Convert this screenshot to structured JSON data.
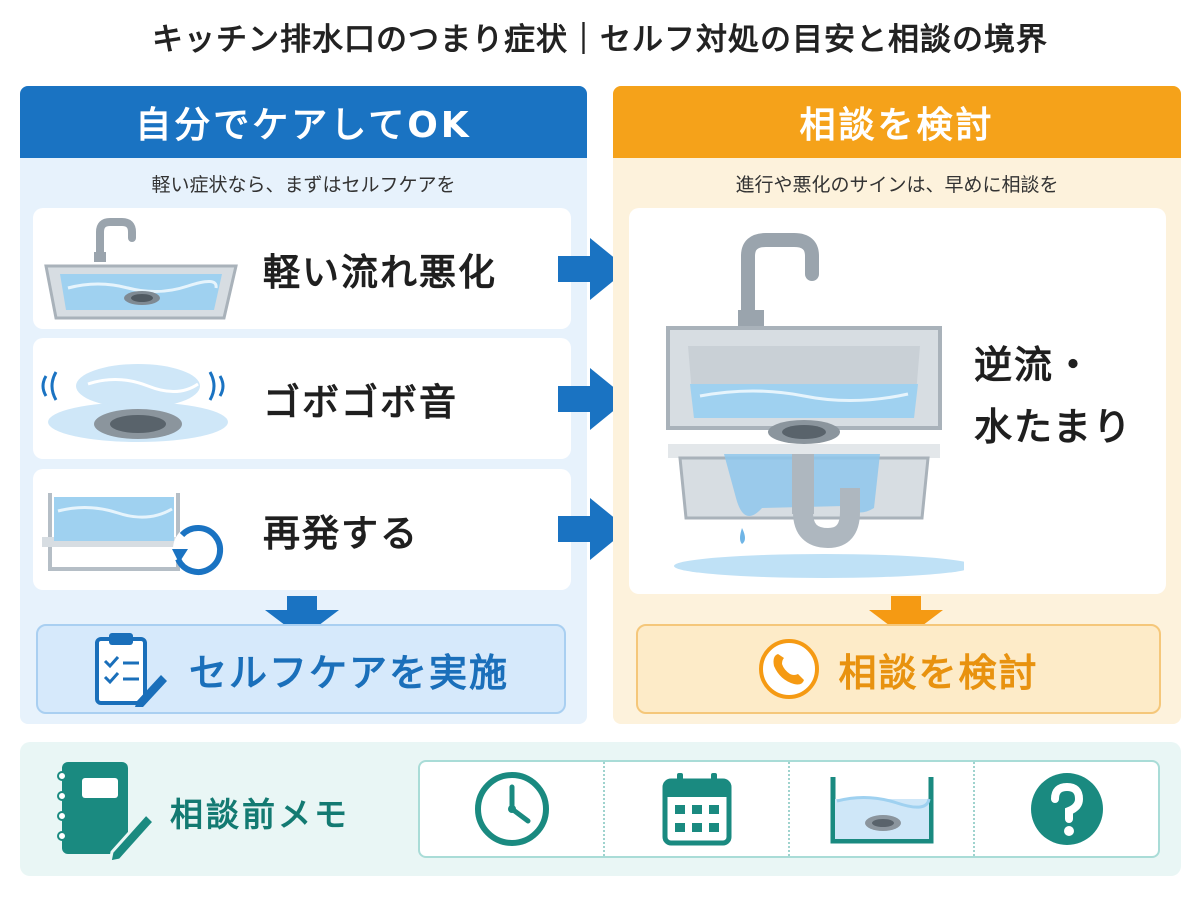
{
  "title": "キッチン排水口のつまり症状｜セルフ対処の目安と相談の境界",
  "left_panel": {
    "heading": "自分でケアしてOK",
    "subheading": "軽い症状なら、まずはセルフケアを",
    "rows": [
      {
        "label": "軽い流れ悪化",
        "icon": "sink-icon"
      },
      {
        "label": "ゴボゴボ音",
        "icon": "gurgling-drain-icon"
      },
      {
        "label": "再発する",
        "icon": "recurring-icon"
      }
    ],
    "action": {
      "label": "セルフケアを実施",
      "icon": "clipboard-checklist-icon"
    }
  },
  "right_panel": {
    "heading": "相談を検討",
    "subheading": "進行や悪化のサインは、早めに相談を",
    "symptom": {
      "line1": "逆流・",
      "line2": "水たまり",
      "icon": "overflowing-sink-icon"
    },
    "action": {
      "label": "相談を検討",
      "icon": "phone-icon"
    }
  },
  "memo": {
    "label": "相談前メモ",
    "icons": [
      "clock-icon",
      "calendar-icon",
      "drain-icon",
      "question-icon"
    ]
  },
  "colors": {
    "blue": "#1a73c2",
    "orange": "#f5a21a",
    "teal": "#1a8a80"
  }
}
